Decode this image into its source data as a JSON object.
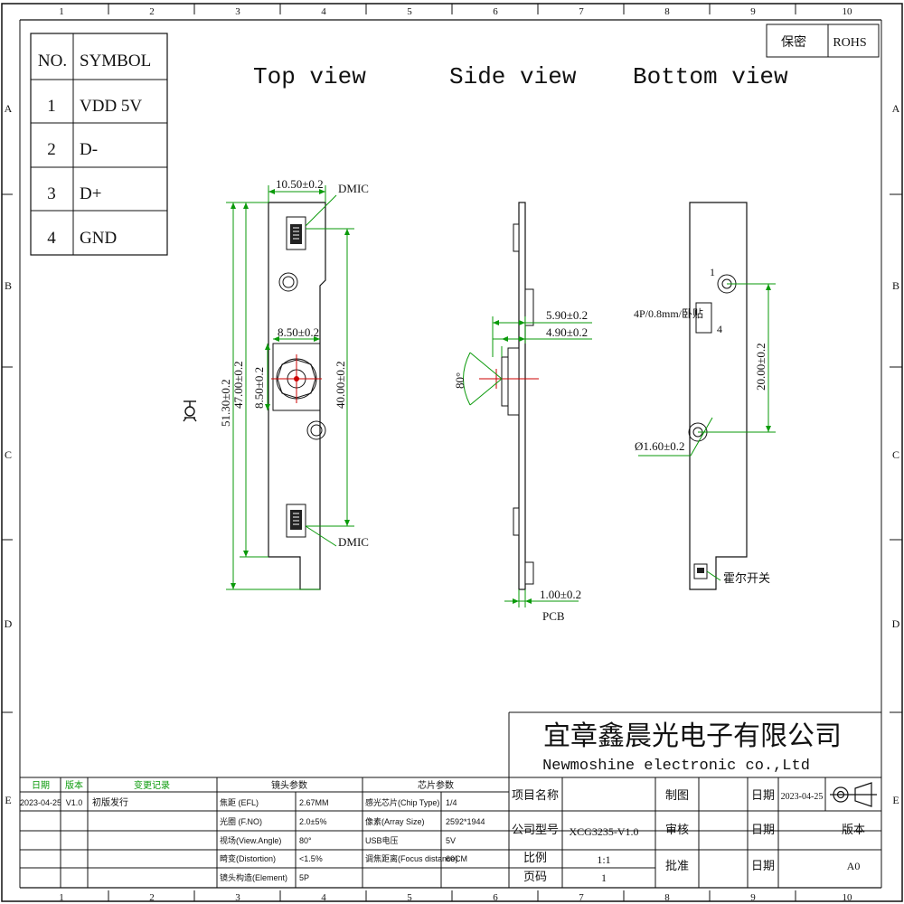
{
  "border_columns": [
    "1",
    "2",
    "3",
    "4",
    "5",
    "6",
    "7",
    "8",
    "9",
    "10"
  ],
  "border_rows": [
    "A",
    "B",
    "C",
    "D",
    "E"
  ],
  "classification": {
    "label": "保密",
    "value": "ROHS"
  },
  "pin_table": {
    "headers": [
      "NO.",
      "SYMBOL"
    ],
    "rows": [
      [
        "1",
        "VDD 5V"
      ],
      [
        "2",
        "D-"
      ],
      [
        "3",
        "D+"
      ],
      [
        "4",
        "GND"
      ]
    ]
  },
  "views": {
    "top": "Top view",
    "side": "Side view",
    "bottom": "Bottom view"
  },
  "dims": {
    "width_top": "10.50±0.2",
    "dmic_top": "DMIC",
    "dmic_bottom": "DMIC",
    "lens_w": "8.50±0.2",
    "lens_h": "8.50±0.2",
    "len_total": "51.30±0.2",
    "len_board": "47.00±0.2",
    "len_mic": "40.00±0.2",
    "side_5_90": "5.90±0.2",
    "side_4_90": "4.90±0.2",
    "angle": "80°",
    "pcb_thk": "1.00±0.2",
    "pcb_label": "PCB",
    "connector": "4P/0.8mm/卧贴",
    "pin1": "1",
    "pin4": "4",
    "hole_spacing": "20.00±0.2",
    "hole_dia": "Ø1.60±0.2",
    "hall_switch": "霍尔开关"
  },
  "company": {
    "cn": "宜章鑫晨光电子有限公司",
    "en": "Newmoshine  electronic co.,Ltd"
  },
  "revision_table": {
    "headers": [
      "日期",
      "版本",
      "变更记录"
    ],
    "row": [
      "2023-04-25",
      "V1.0",
      "初版发行"
    ]
  },
  "lens_params": {
    "title": "镜头参数",
    "rows": [
      [
        "焦距 (EFL)",
        "2.67MM"
      ],
      [
        "光圈 (F.NO)",
        "2.0±5%"
      ],
      [
        "视场(View.Angle)",
        "80°"
      ],
      [
        "畸变(Distortion)",
        "<1.5%"
      ],
      [
        "镜头构造(Element)",
        "5P"
      ]
    ]
  },
  "chip_params": {
    "title": "芯片参数",
    "rows": [
      [
        "感光芯片(Chip Type)",
        "1/4"
      ],
      [
        "像素(Array Size)",
        "2592*1944"
      ],
      [
        "USB电压",
        "5V"
      ],
      [
        "调焦距离(Focus distance)",
        "60CM"
      ]
    ]
  },
  "title_block": {
    "project_label": "项目名称",
    "model_label": "公司型号",
    "model_value": "XCG3235-V1.0",
    "scale_label": "比例",
    "scale_value": "1:1",
    "page_label": "页码",
    "page_value": "1",
    "draw_label": "制图",
    "check_label": "审核",
    "approve_label": "批准",
    "date_label": "日期",
    "date_value": "2023-04-25",
    "version_label": "版本",
    "version_value": "A0"
  }
}
